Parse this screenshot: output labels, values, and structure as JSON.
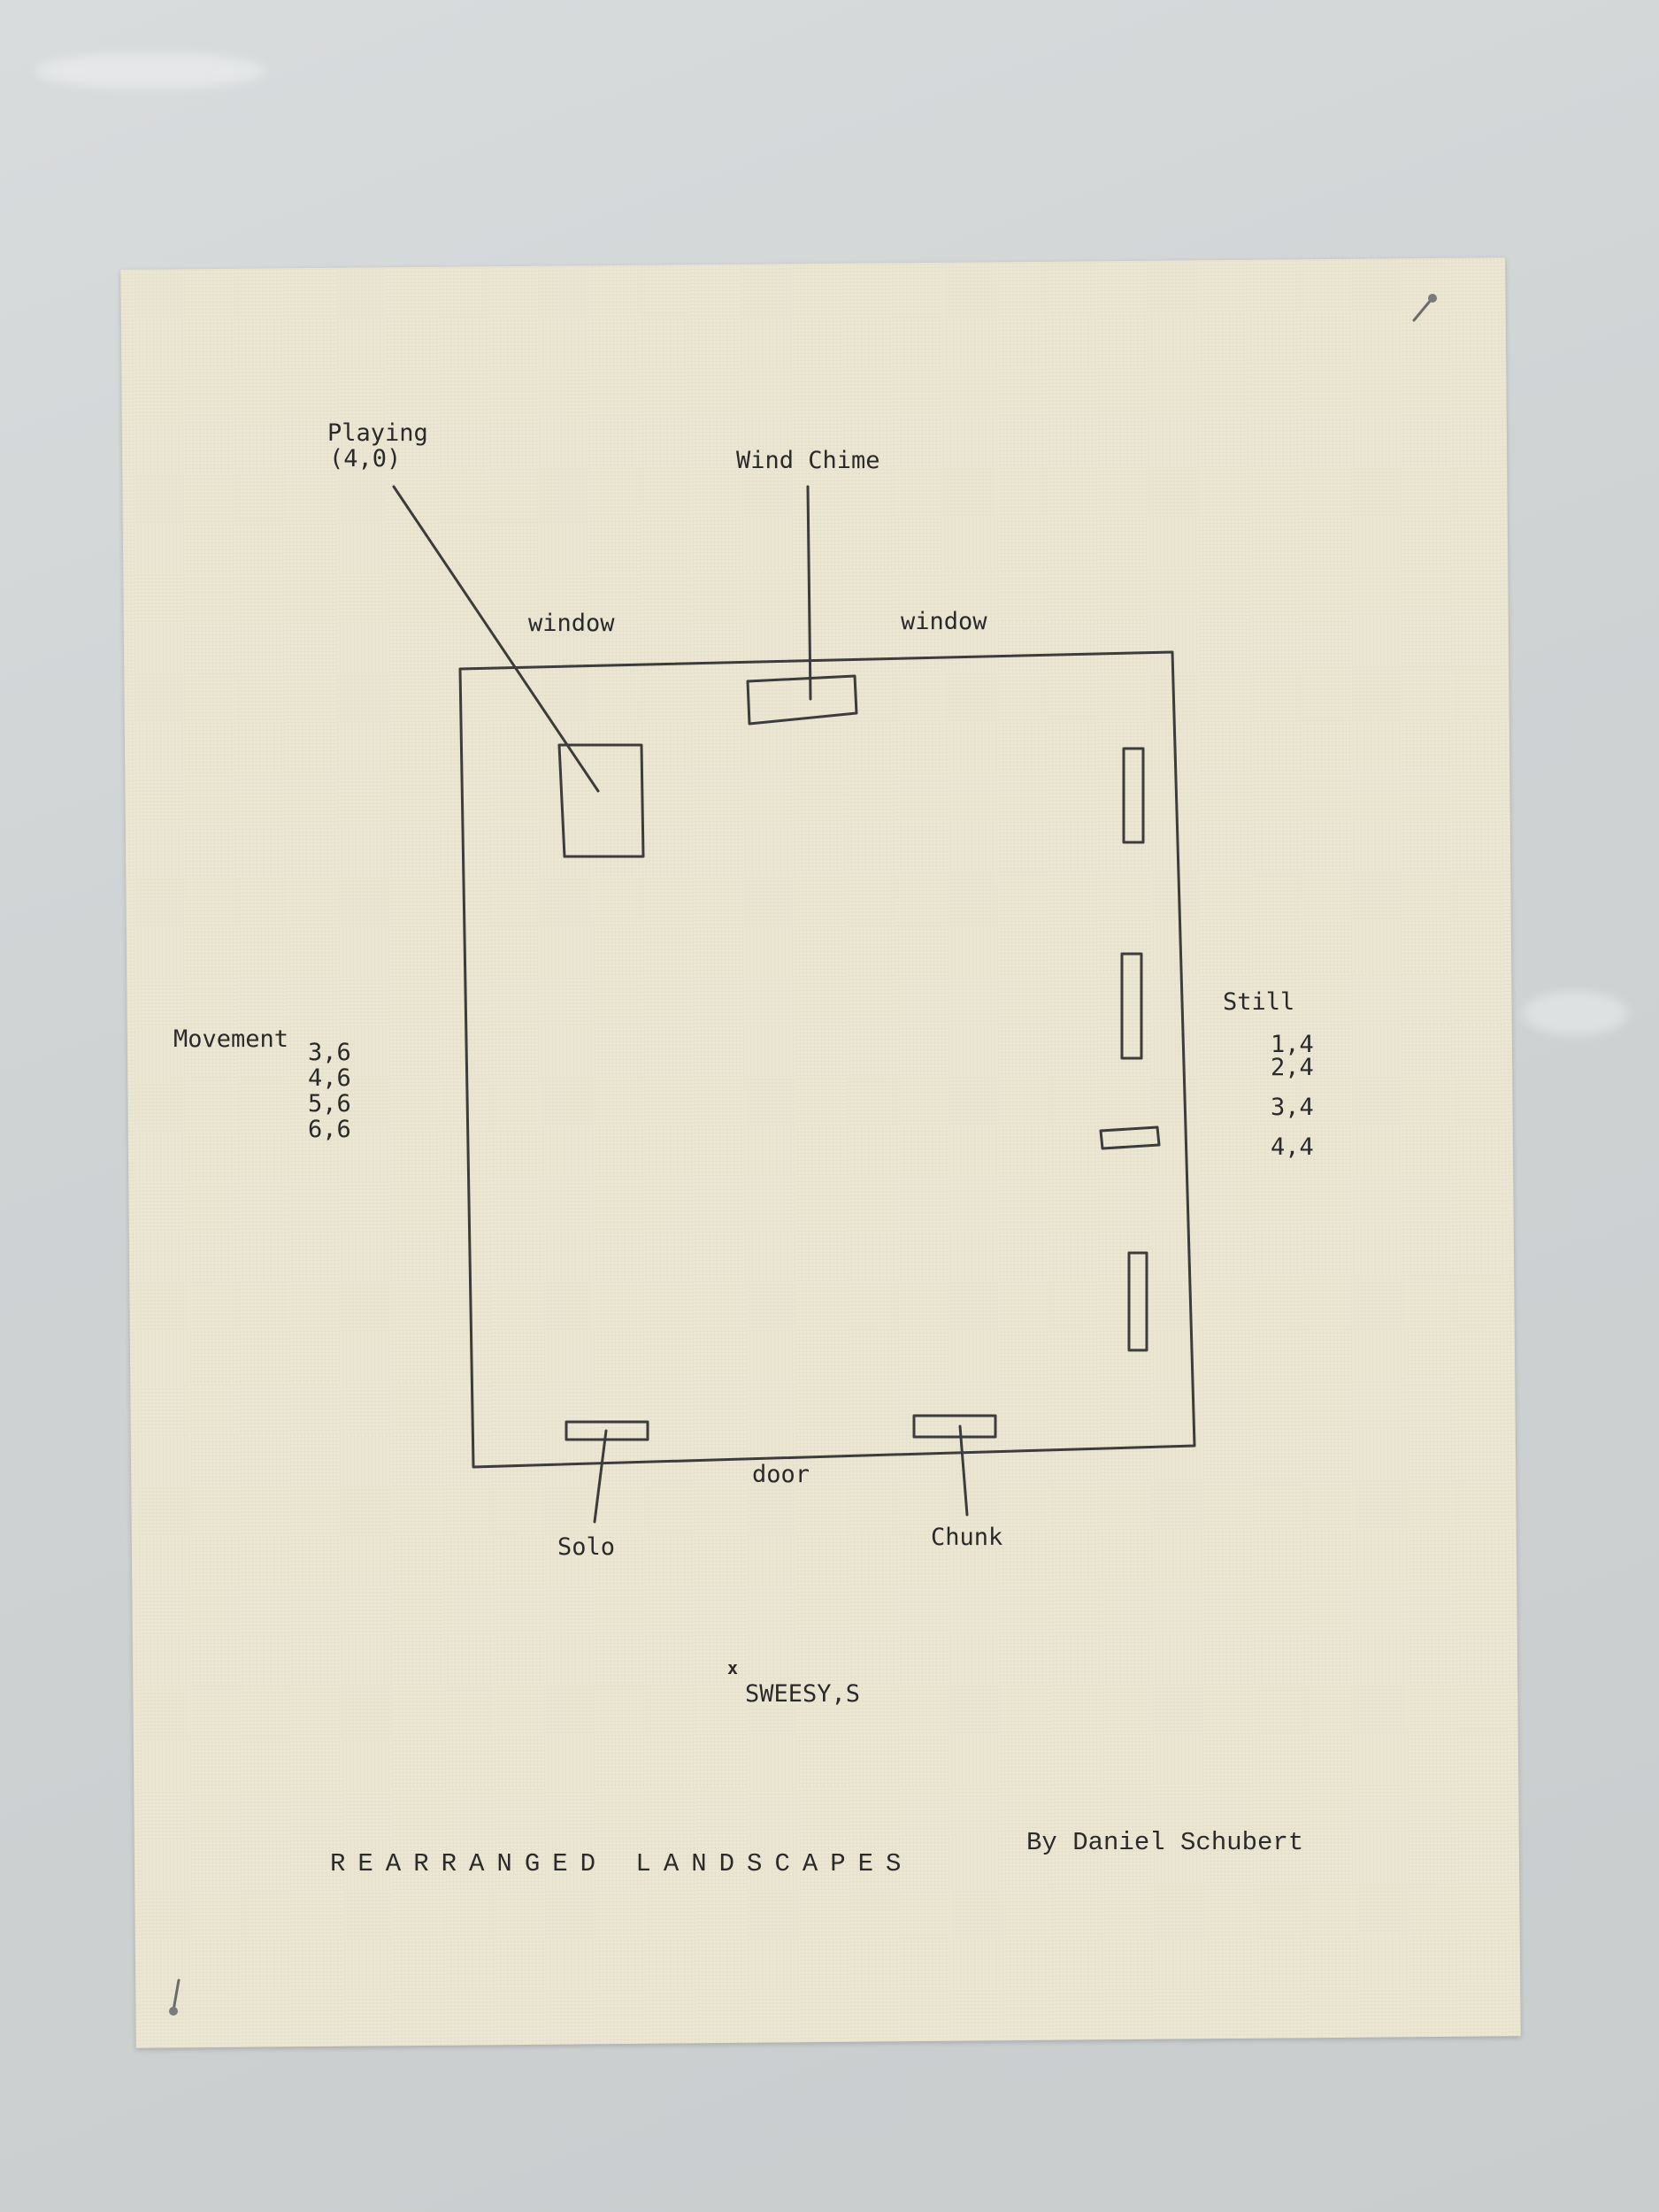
{
  "labels": {
    "playing": "Playing",
    "playing_coord": "(4,0)",
    "wind_chime": "Wind Chime",
    "window_left": "window",
    "window_right": "window",
    "movement": "Movement",
    "movement_values": [
      "3,6",
      "4,6",
      "5,6",
      "6,6"
    ],
    "still": "Still",
    "still_values": [
      "1,4",
      "2,4",
      "3,4",
      "4,4"
    ],
    "door": "door",
    "solo": "Solo",
    "chunk": "Chunk",
    "mark": "x",
    "sweesy": "SWEESY,S"
  },
  "title": {
    "work": "REARRANGED LANDSCAPES",
    "byline": "By Daniel Schubert"
  },
  "colors": {
    "paper": "#ebe7d3",
    "ink": "#2a2a2a",
    "pencil": "#3c3c3c",
    "surface": "#cfd3d4"
  }
}
